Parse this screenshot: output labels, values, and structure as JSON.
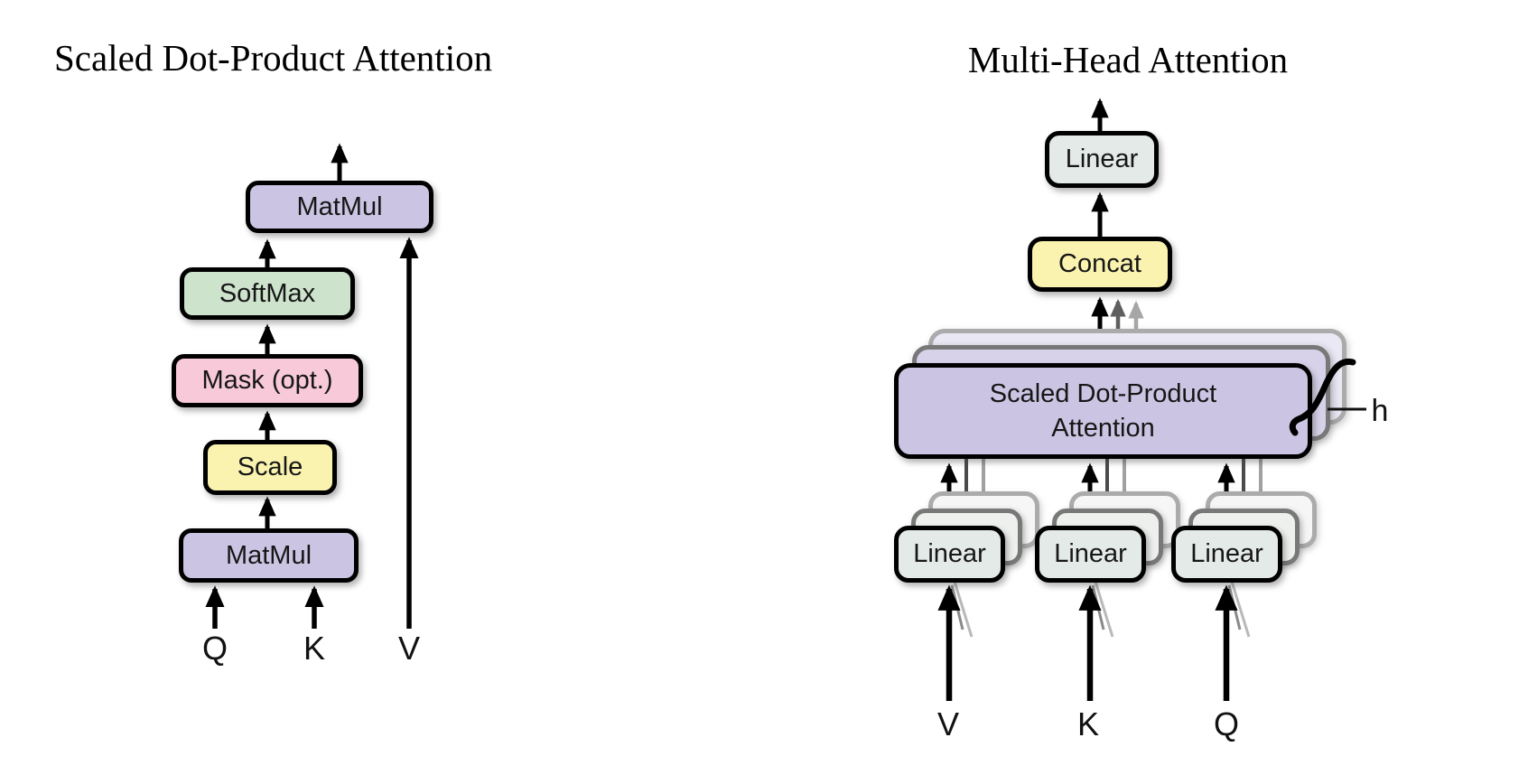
{
  "figure": {
    "left": {
      "title": "Scaled Dot-Product Attention",
      "boxes": {
        "matmul_top": "MatMul",
        "softmax": "SoftMax",
        "mask": "Mask (opt.)",
        "scale": "Scale",
        "matmul_bottom": "MatMul"
      },
      "inputs": {
        "q": "Q",
        "k": "K",
        "v": "V"
      }
    },
    "right": {
      "title": "Multi-Head Attention",
      "boxes": {
        "linear_out": "Linear",
        "concat": "Concat",
        "attention_line1": "Scaled Dot-Product",
        "attention_line2": "Attention",
        "linear_v": "Linear",
        "linear_k": "Linear",
        "linear_q": "Linear"
      },
      "head_count_label": "h",
      "inputs": {
        "v": "V",
        "k": "K",
        "q": "Q"
      }
    }
  },
  "colors": {
    "purple": "#cbc5e3",
    "purple_shadow_1": "#d7d2e9",
    "purple_shadow_2": "#eae8f4",
    "green": "#cde3cc",
    "pink": "#f7c9d9",
    "yellow": "#faf3b0",
    "gray_green": "#e4eae7",
    "gray_green_shadow_1": "#edf0ed",
    "gray_green_shadow_2": "#f5f6f5",
    "outline": "#000000",
    "outline_shadow_1": "#787878",
    "outline_shadow_2": "#ababab",
    "arrow_dark_gray": "#5e5e5e",
    "arrow_light_gray": "#a6a6a6"
  }
}
